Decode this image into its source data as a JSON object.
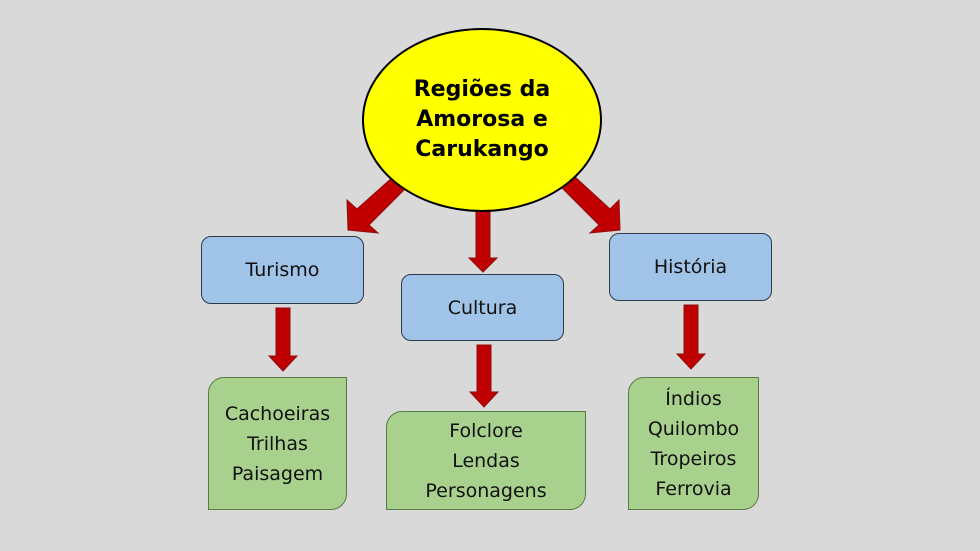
{
  "center": {
    "lines": [
      "Regiões da",
      "Amorosa e",
      "Carukango"
    ]
  },
  "branches": [
    {
      "label": "Turismo",
      "items": [
        "Cachoeiras",
        "Trilhas",
        "Paisagem"
      ]
    },
    {
      "label": "Cultura",
      "items": [
        "Folclore",
        "Lendas",
        "Personagens"
      ]
    },
    {
      "label": "História",
      "items": [
        "Índios",
        "Quilombo",
        "Tropeiros",
        "Ferrovia"
      ]
    }
  ],
  "colors": {
    "background": "#d9d9d9",
    "center_fill": "#ffff00",
    "branch_fill": "#a0c4e8",
    "leaf_fill": "#a9d18e",
    "arrow": "#c00000"
  }
}
